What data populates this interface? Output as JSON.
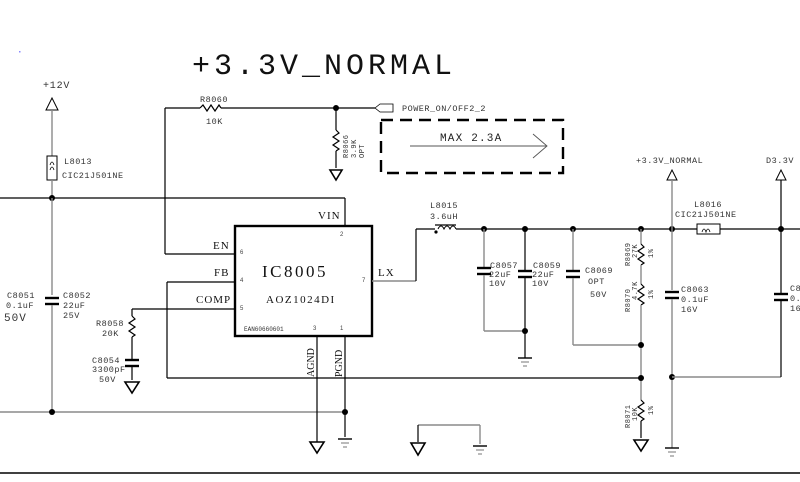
{
  "title": "+3.3V_NORMAL",
  "rails": {
    "input": "+12V",
    "output": "+3.3V_NORMAL",
    "standby": "D3.3V"
  },
  "net_labels": {
    "power_on": "POWER_ON/OFF2_2",
    "max_current": "MAX 2.3A"
  },
  "ic": {
    "ref": "IC8005",
    "part": "AOZ1024DI",
    "code": "EAN60660601",
    "pins": {
      "vin": {
        "name": "VIN",
        "num": "2"
      },
      "en": {
        "name": "EN",
        "num": "6"
      },
      "fb": {
        "name": "FB",
        "num": "4"
      },
      "comp": {
        "name": "COMP",
        "num": "5"
      },
      "lx": {
        "name": "LX",
        "num": "7"
      },
      "agnd": {
        "name": "AGND",
        "num": "3"
      },
      "pgnd": {
        "name": "PGND",
        "num": "1"
      }
    }
  },
  "components": {
    "L8013": {
      "ref": "L8013",
      "value": "CIC21J501NE"
    },
    "L8015": {
      "ref": "L8015",
      "value": "3.6uH"
    },
    "L8016": {
      "ref": "L8016",
      "value": "CIC21J501NE"
    },
    "R8060": {
      "ref": "R8060",
      "value": "10K"
    },
    "R8066": {
      "ref": "R8066",
      "value": "3.9K",
      "note": "OPT"
    },
    "R8058": {
      "ref": "R8058",
      "value": "20K"
    },
    "R8069": {
      "ref": "R8069",
      "value": "27K",
      "tol": "1%"
    },
    "R8070": {
      "ref": "R8070",
      "value": "4.7K",
      "tol": "1%"
    },
    "R8071": {
      "ref": "R8071",
      "value": "10K",
      "tol": "1%"
    },
    "C8051": {
      "ref": "C8051",
      "value": "0.1uF",
      "voltage": "50V"
    },
    "C8052": {
      "ref": "C8052",
      "value": "22uF",
      "voltage": "25V"
    },
    "C8054": {
      "ref": "C8054",
      "value": "3300pF",
      "voltage": "50V"
    },
    "C8057": {
      "ref": "C8057",
      "value": "22uF",
      "voltage": "10V"
    },
    "C8059": {
      "ref": "C8059",
      "value": "22uF",
      "voltage": "10V"
    },
    "C8069": {
      "ref": "C8069",
      "value": "OPT",
      "voltage": "50V"
    },
    "C8063": {
      "ref": "C8063",
      "value": "0.1uF",
      "voltage": "16V"
    },
    "C80xx": {
      "ref": "C8",
      "value": "0.",
      "voltage": "16"
    }
  }
}
